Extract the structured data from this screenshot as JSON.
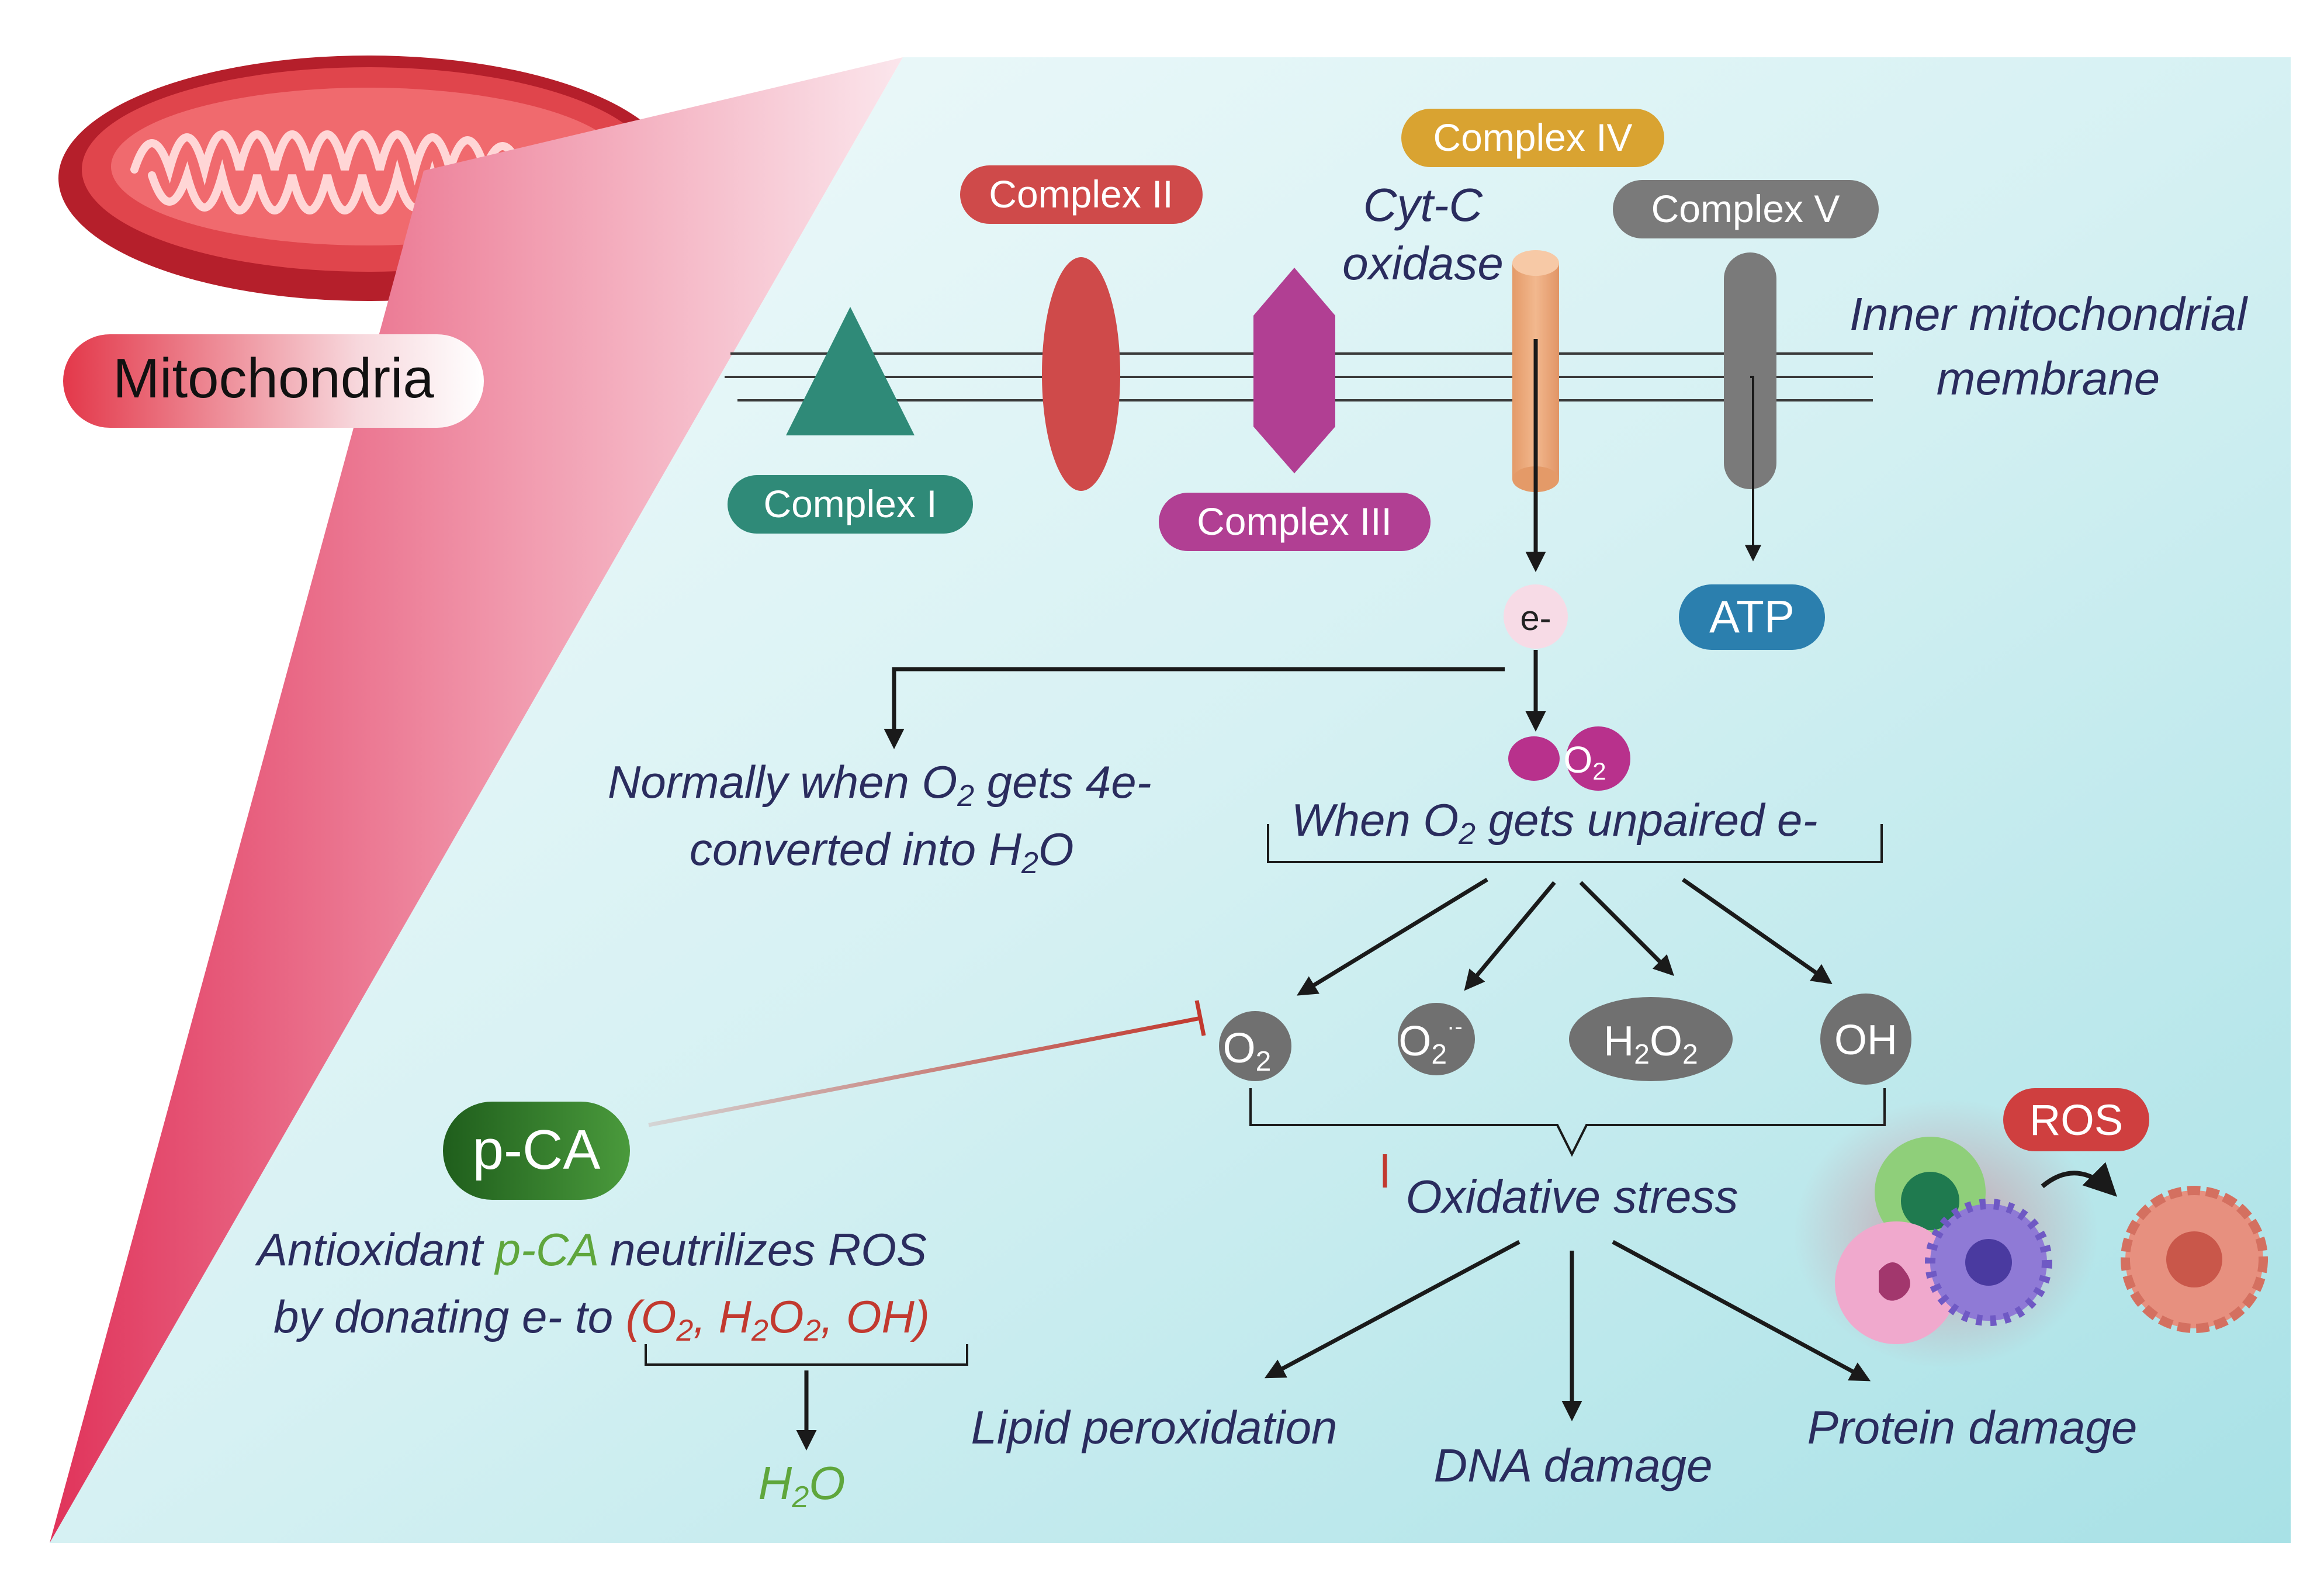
{
  "organelle": {
    "label": "Mitochondria"
  },
  "complexes": {
    "c1": "Complex I",
    "c2": "Complex II",
    "c3": "Complex III",
    "c4": "Complex IV",
    "c5": "Complex V"
  },
  "cytc": {
    "line1": "Cyt-C",
    "line2": "oxidase"
  },
  "membrane": {
    "line1": "Inner mitochondrial",
    "line2": "membrane"
  },
  "electron": "e-",
  "atp": "ATP",
  "normal": {
    "line1_pre": "Normally when O",
    "line1_sub": "2",
    "line1_post": " gets 4e-",
    "line2_pre": "converted into H",
    "line2_sub": "2",
    "line2_post": "O"
  },
  "unpaired": {
    "pre": "When O",
    "sub": "2",
    "post": "  gets unpaired e-"
  },
  "o2_bubble": {
    "base": "O",
    "sub": "2"
  },
  "ros_species": {
    "o2": {
      "base": "O",
      "sub": "2"
    },
    "superoxide": {
      "base": "O",
      "sub": "2",
      "sup": "·-"
    },
    "h2o2": {
      "a": "H",
      "s1": "2",
      "b": "O",
      "s2": "2"
    },
    "oh": "OH"
  },
  "oxidative_stress": "Oxidative stress",
  "effects": {
    "lipid": "Lipid peroxidation",
    "dna": "DNA damage",
    "protein": "Protein damage"
  },
  "ros_badge": "ROS",
  "pca": {
    "label": "p-CA",
    "line1_pre": "Antioxidant ",
    "line1_green": "p-CA",
    "line1_post": " neutrilizes ROS",
    "line2_pre": "by donating e- to ",
    "line2_red": {
      "t1": "(O",
      "s1": "2",
      "t2": ", H",
      "s2": "2",
      "t3": "O",
      "s3": "2",
      "t4": ", OH)"
    }
  },
  "water": {
    "a": "H",
    "s": "2",
    "b": "O"
  },
  "colors": {
    "complex1": "#2f8a78",
    "complex2": "#cf4a4a",
    "complex3": "#b13f93",
    "complex4": "#d9a331",
    "complex5": "#7a7a7a",
    "atp": "#2b7fae",
    "pca": "#2f7a2a",
    "ros": "#cf3f3f",
    "text": "#2a2c5e",
    "green_text": "#5fa63c",
    "red_text": "#c2392f"
  }
}
